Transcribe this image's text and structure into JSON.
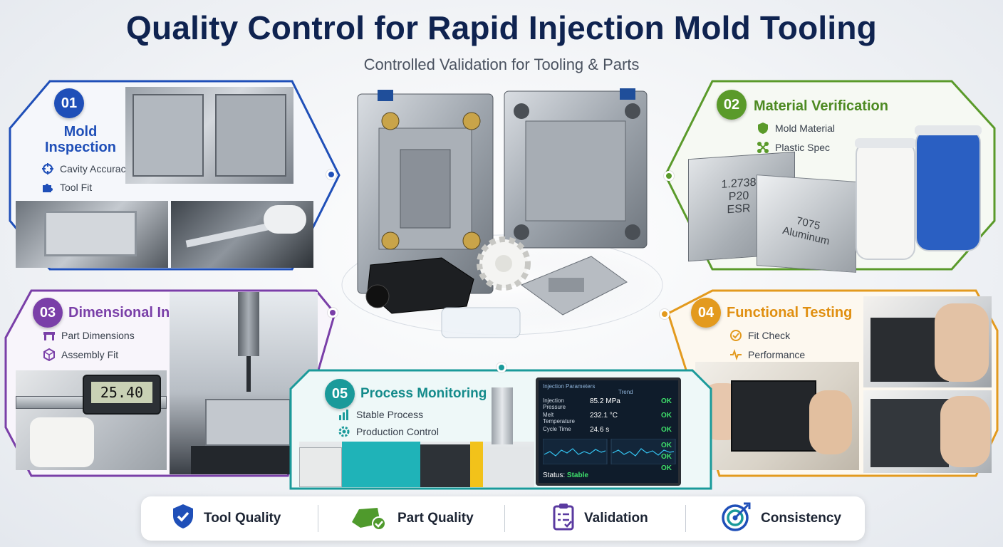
{
  "header": {
    "title": "Quality Control for Rapid Injection Mold Tooling",
    "subtitle": "Controlled Validation for Tooling & Parts"
  },
  "panels": [
    {
      "number": "01",
      "title": "Mold Inspection",
      "color": "#1f4fb8",
      "items": [
        {
          "label": "Cavity Accuracy",
          "icon": "crosshair-icon"
        },
        {
          "label": "Tool Fit",
          "icon": "puzzle-icon"
        }
      ]
    },
    {
      "number": "02",
      "title": "Material Verification",
      "color": "#5a9a2a",
      "items": [
        {
          "label": "Mold Material",
          "icon": "shield-icon"
        },
        {
          "label": "Plastic Spec",
          "icon": "molecule-icon"
        }
      ],
      "block_labels": {
        "steel": [
          "1.2738",
          "P20",
          "ESR"
        ],
        "aluminum": [
          "7075",
          "Aluminum"
        ]
      }
    },
    {
      "number": "03",
      "title": "Dimensional Inspection",
      "color": "#7a3fa8",
      "items": [
        {
          "label": "Part Dimensions",
          "icon": "caliper-icon"
        },
        {
          "label": "Assembly Fit",
          "icon": "cube-icon"
        }
      ],
      "caliper_reading": "25.40"
    },
    {
      "number": "04",
      "title": "Functional Testing",
      "color": "#e39a1e",
      "items": [
        {
          "label": "Fit Check",
          "icon": "check-circle-icon"
        },
        {
          "label": "Performance",
          "icon": "pulse-icon"
        }
      ]
    },
    {
      "number": "05",
      "title": "Process Monitoring",
      "color": "#1a9a9a",
      "items": [
        {
          "label": "Stable Process",
          "icon": "bar-chart-icon"
        },
        {
          "label": "Production Control",
          "icon": "gear-icon"
        }
      ]
    }
  ],
  "monitor": {
    "header": "Injection Parameters",
    "rows": [
      {
        "label": "Injection Pressure",
        "value": "85.2 MPa",
        "status": "OK"
      },
      {
        "label": "Melt Temperature",
        "value": "232.1 °C",
        "status": "OK"
      },
      {
        "label": "Cycle Time",
        "value": "24.6 s",
        "status": "OK"
      }
    ],
    "lower_status": [
      "OK",
      "OK",
      "OK"
    ],
    "trend_label": "Trend",
    "status_label": "Status:",
    "status_value": "Stable"
  },
  "footer": {
    "items": [
      {
        "label": "Tool Quality",
        "icon": "shield-check-icon"
      },
      {
        "label": "Part Quality",
        "icon": "part-check-icon"
      },
      {
        "label": "Validation",
        "icon": "clipboard-icon"
      },
      {
        "label": "Consistency",
        "icon": "target-icon"
      }
    ]
  },
  "colors": {
    "title": "#0f2350",
    "blue": "#1f4fb8",
    "green": "#5a9a2a",
    "purple": "#7a3fa8",
    "orange": "#e39a1e",
    "teal": "#1a9a9a"
  }
}
